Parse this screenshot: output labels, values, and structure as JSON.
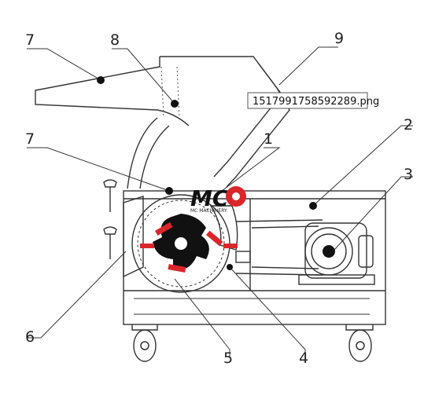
{
  "filename_label": "1517991758592289.png",
  "callouts": [
    "7",
    "8",
    "9",
    "7",
    "1",
    "2",
    "3",
    "6",
    "5",
    "4"
  ],
  "watermark": {
    "logo_letters": "MC",
    "caption": "MC MACHINERY"
  },
  "colors": {
    "line": "#333333",
    "accent_red": "#d9262b",
    "rotor": "#111111",
    "background": "#ffffff"
  }
}
